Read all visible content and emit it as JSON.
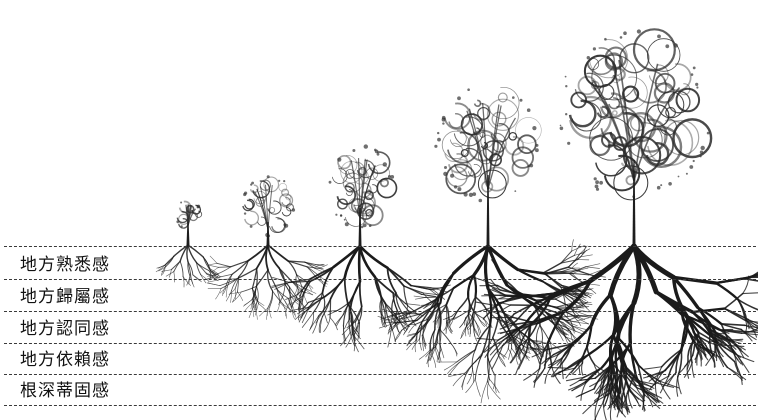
{
  "levels": [
    {
      "label": "地方熟悉感"
    },
    {
      "label": "地方歸屬感"
    },
    {
      "label": "地方認同感"
    },
    {
      "label": "地方依賴感"
    },
    {
      "label": "根深蒂固感"
    }
  ]
}
